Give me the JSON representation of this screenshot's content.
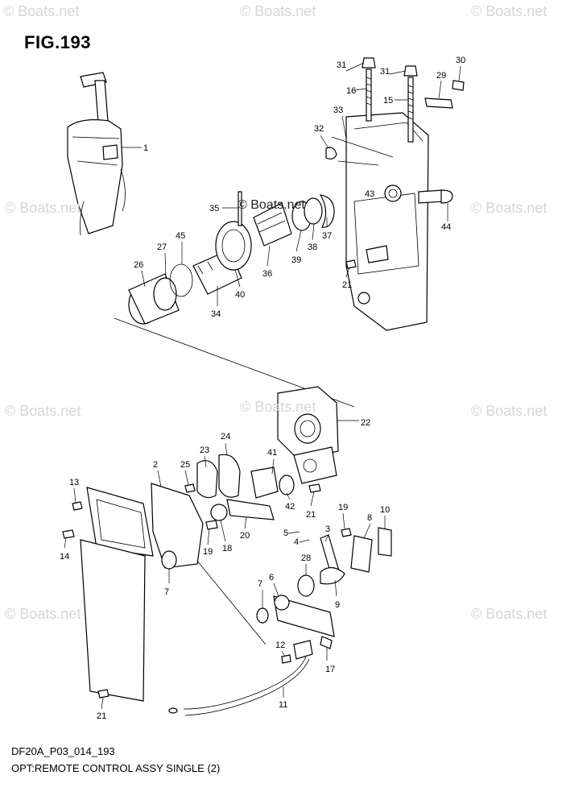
{
  "figure": {
    "title": "FIG.193",
    "code": "DF20A_P03_014_193",
    "caption": "OPT:REMOTE CONTROL ASSY SINGLE (2)",
    "center_watermark": "© Boats.net"
  },
  "watermark": "© Boats.net",
  "callouts": [
    "1",
    "2",
    "3",
    "4",
    "5",
    "6",
    "7",
    "7",
    "8",
    "9",
    "10",
    "11",
    "12",
    "13",
    "14",
    "15",
    "16",
    "17",
    "18",
    "19",
    "19",
    "20",
    "21",
    "21",
    "21",
    "22",
    "23",
    "24",
    "25",
    "26",
    "27",
    "28",
    "29",
    "30",
    "31",
    "31",
    "32",
    "33",
    "34",
    "35",
    "36",
    "37",
    "38",
    "39",
    "40",
    "41",
    "42",
    "43",
    "44",
    "45"
  ]
}
